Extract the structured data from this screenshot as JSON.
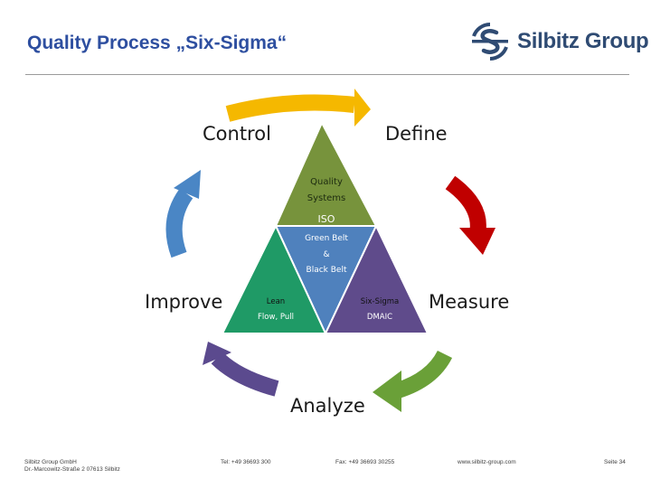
{
  "header": {
    "title": "Quality Process „Six-Sigma“",
    "logo_text": "Silbitz Group"
  },
  "cycle": {
    "stages": [
      "Control",
      "Define",
      "Measure",
      "Analyze",
      "Improve"
    ]
  },
  "pyramid": {
    "top": {
      "line1": "Quality",
      "line2": "Systems",
      "line3": "ISO"
    },
    "center": {
      "line1": "Green Belt",
      "line2": "&",
      "line3": "Black Belt"
    },
    "left": {
      "line1": "Lean",
      "line2": "Flow, Pull"
    },
    "right": {
      "line1": "Six-Sigma",
      "line2": "DMAIC"
    }
  },
  "colors": {
    "title": "#2e4fa0",
    "tri_top": "#77933c",
    "tri_center": "#4f81bd",
    "tri_left": "#1f9a66",
    "tri_right": "#5f4b8b",
    "arrow_define": "#f5b800",
    "arrow_measure": "#c00000",
    "arrow_analyze": "#6aa038",
    "arrow_improve": "#5b4a8e",
    "arrow_control": "#4a86c5"
  },
  "footer": {
    "company": "Silbitz Group GmbH",
    "address": "Dr.-Marcowitz-Straße 2 07613 Silbitz",
    "tel": "Tel: +49 36693 300",
    "fax": "Fax: +49 36693 30255",
    "web": "www.silbitz-group.com",
    "page": "Seite 34"
  }
}
